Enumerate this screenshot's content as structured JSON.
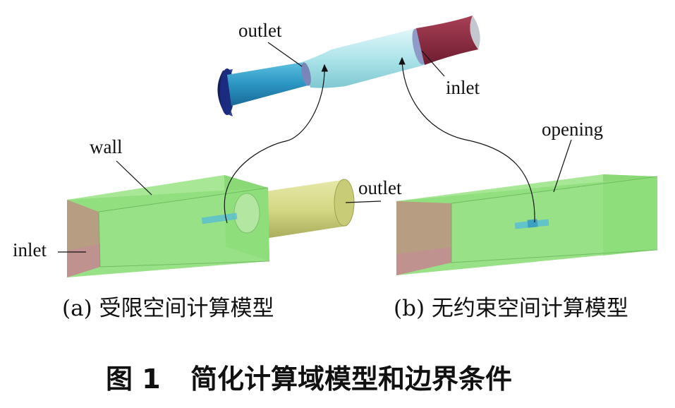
{
  "labels": {
    "top_outlet": "outlet",
    "top_inlet": "inlet",
    "wall": "wall",
    "left_inlet": "inlet",
    "left_outlet": "outlet",
    "opening": "opening"
  },
  "subcaptions": {
    "a": "(a) 受限空间计算模型",
    "b": "(b) 无约束空间计算模型"
  },
  "caption": {
    "number": "图 1",
    "title": "简化计算域模型和边界条件"
  },
  "colors": {
    "box_green": "#8fde7c",
    "inlet_face": "#b89a82",
    "pipe_yellow": "#d4d884",
    "nozzle_blue": "#2b95c2",
    "nozzle_cyan": "#aee4ea",
    "nozzle_red": "#8b2a40",
    "nozzle_navy": "#1b2c80"
  }
}
